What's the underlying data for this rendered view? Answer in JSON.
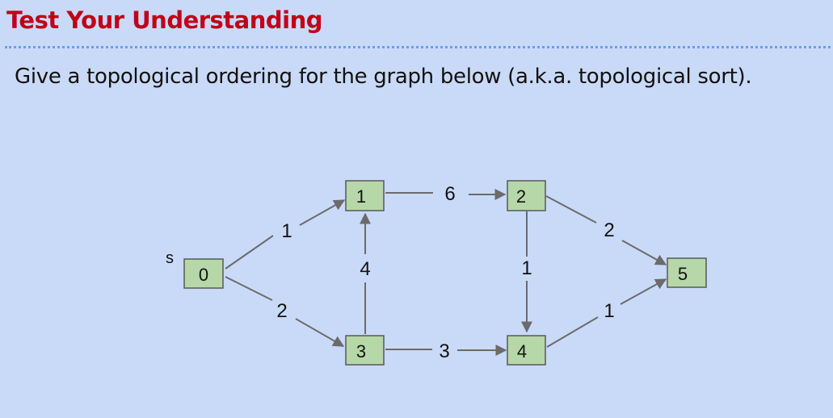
{
  "slide": {
    "title": "Test Your Understanding",
    "prompt": "Give a topological ordering for the graph below (a.k.a. topological sort)."
  },
  "graph": {
    "source_label": "s",
    "nodes": [
      "0",
      "1",
      "2",
      "3",
      "4",
      "5"
    ],
    "edges": [
      {
        "from": "0",
        "to": "1",
        "weight": "1"
      },
      {
        "from": "0",
        "to": "3",
        "weight": "2"
      },
      {
        "from": "3",
        "to": "1",
        "weight": "4"
      },
      {
        "from": "1",
        "to": "2",
        "weight": "6"
      },
      {
        "from": "3",
        "to": "4",
        "weight": "3"
      },
      {
        "from": "2",
        "to": "4",
        "weight": "1"
      },
      {
        "from": "2",
        "to": "5",
        "weight": "2"
      },
      {
        "from": "4",
        "to": "5",
        "weight": "1"
      }
    ],
    "colors": {
      "node_fill": "#b6d7a8",
      "edge": "#6b6b6b",
      "title": "#c00018",
      "background": "#c9daf8"
    }
  }
}
